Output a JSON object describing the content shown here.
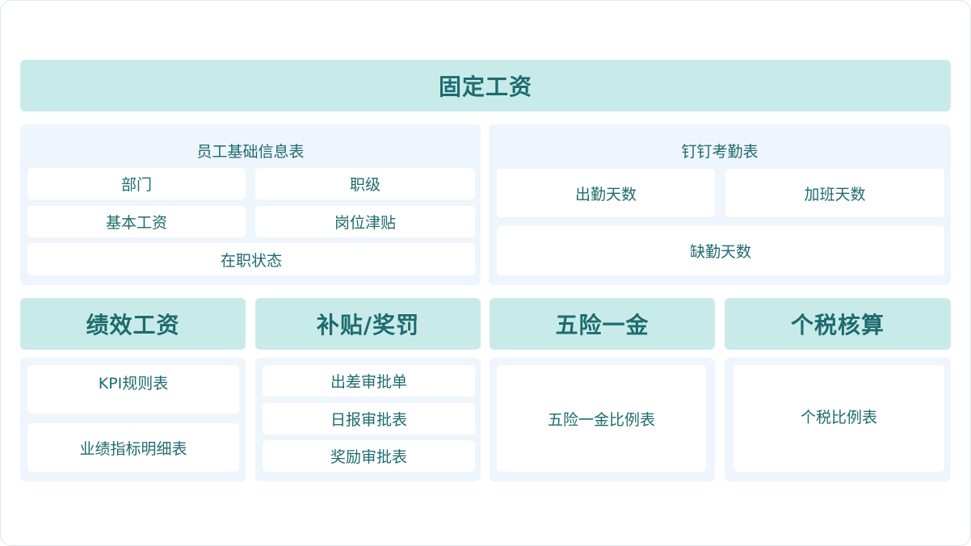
{
  "top_header": {
    "title": "固定工资"
  },
  "employee_info": {
    "title": "员工基础信息表",
    "items": [
      "部门",
      "职级",
      "基本工资",
      "岗位津贴",
      "在职状态"
    ]
  },
  "attendance": {
    "title": "钉钉考勤表",
    "items": [
      "出勤天数",
      "加班天数",
      "缺勤天数"
    ]
  },
  "sections": [
    {
      "title": "绩效工资",
      "items": [
        "KPI规则表",
        "业绩指标明细表"
      ]
    },
    {
      "title": "补贴/奖罚",
      "items": [
        "出差审批单",
        "日报审批表",
        "奖励审批表"
      ]
    },
    {
      "title": "五险一金",
      "items": [
        "五险一金比例表"
      ]
    },
    {
      "title": "个税核算",
      "items": [
        "个税比例表"
      ]
    }
  ],
  "colors": {
    "header_bg": "#c8ebea",
    "panel_bg": "#eef5fc",
    "text": "#1f6b6f"
  }
}
